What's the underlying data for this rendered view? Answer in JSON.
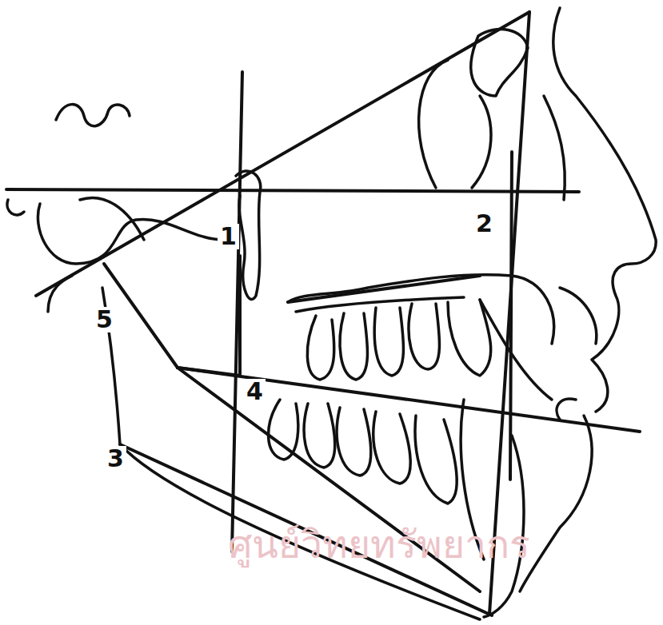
{
  "diagram": {
    "labels": [
      "1",
      "2",
      "3",
      "4",
      "5",
      "ศูนย์วิทยทรัพยากร"
    ]
  }
}
